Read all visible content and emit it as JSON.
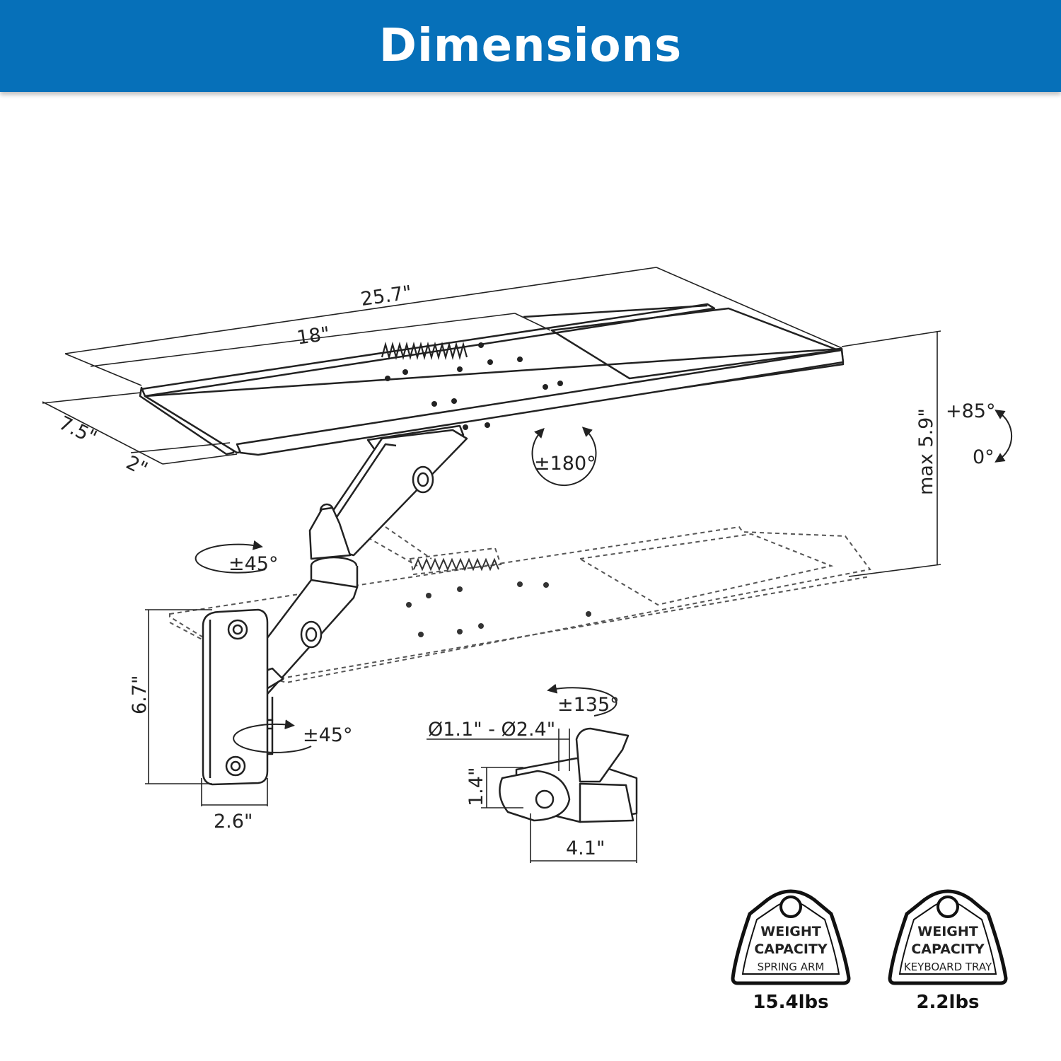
{
  "header": {
    "title": "Dimensions"
  },
  "dimensions": {
    "overall_width": "25.7\"",
    "tray_width": "18\"",
    "tray_depth": "7.5\"",
    "tray_lip": "2\"",
    "height_adjust": "max 5.9\"",
    "tilt_up": "+85°",
    "tilt_zero": "0°",
    "tray_rotation": "±180°",
    "arm_swivel_upper": "±45°",
    "arm_swivel_lower": "±45°",
    "wall_plate_height": "6.7\"",
    "wall_plate_width": "2.6\"",
    "clamp_rotation": "±135°",
    "clamp_diameter": "Ø1.1\" - Ø2.4\"",
    "clamp_height": "1.4\"",
    "clamp_width": "4.1\""
  },
  "badges": [
    {
      "line1": "WEIGHT",
      "line2": "CAPACITY",
      "sub": "SPRING ARM",
      "value": "15.4lbs"
    },
    {
      "line1": "WEIGHT",
      "line2": "CAPACITY",
      "sub": "KEYBOARD TRAY",
      "value": "2.2lbs"
    }
  ],
  "colors": {
    "banner": "#0670b9",
    "line": "#222222"
  }
}
